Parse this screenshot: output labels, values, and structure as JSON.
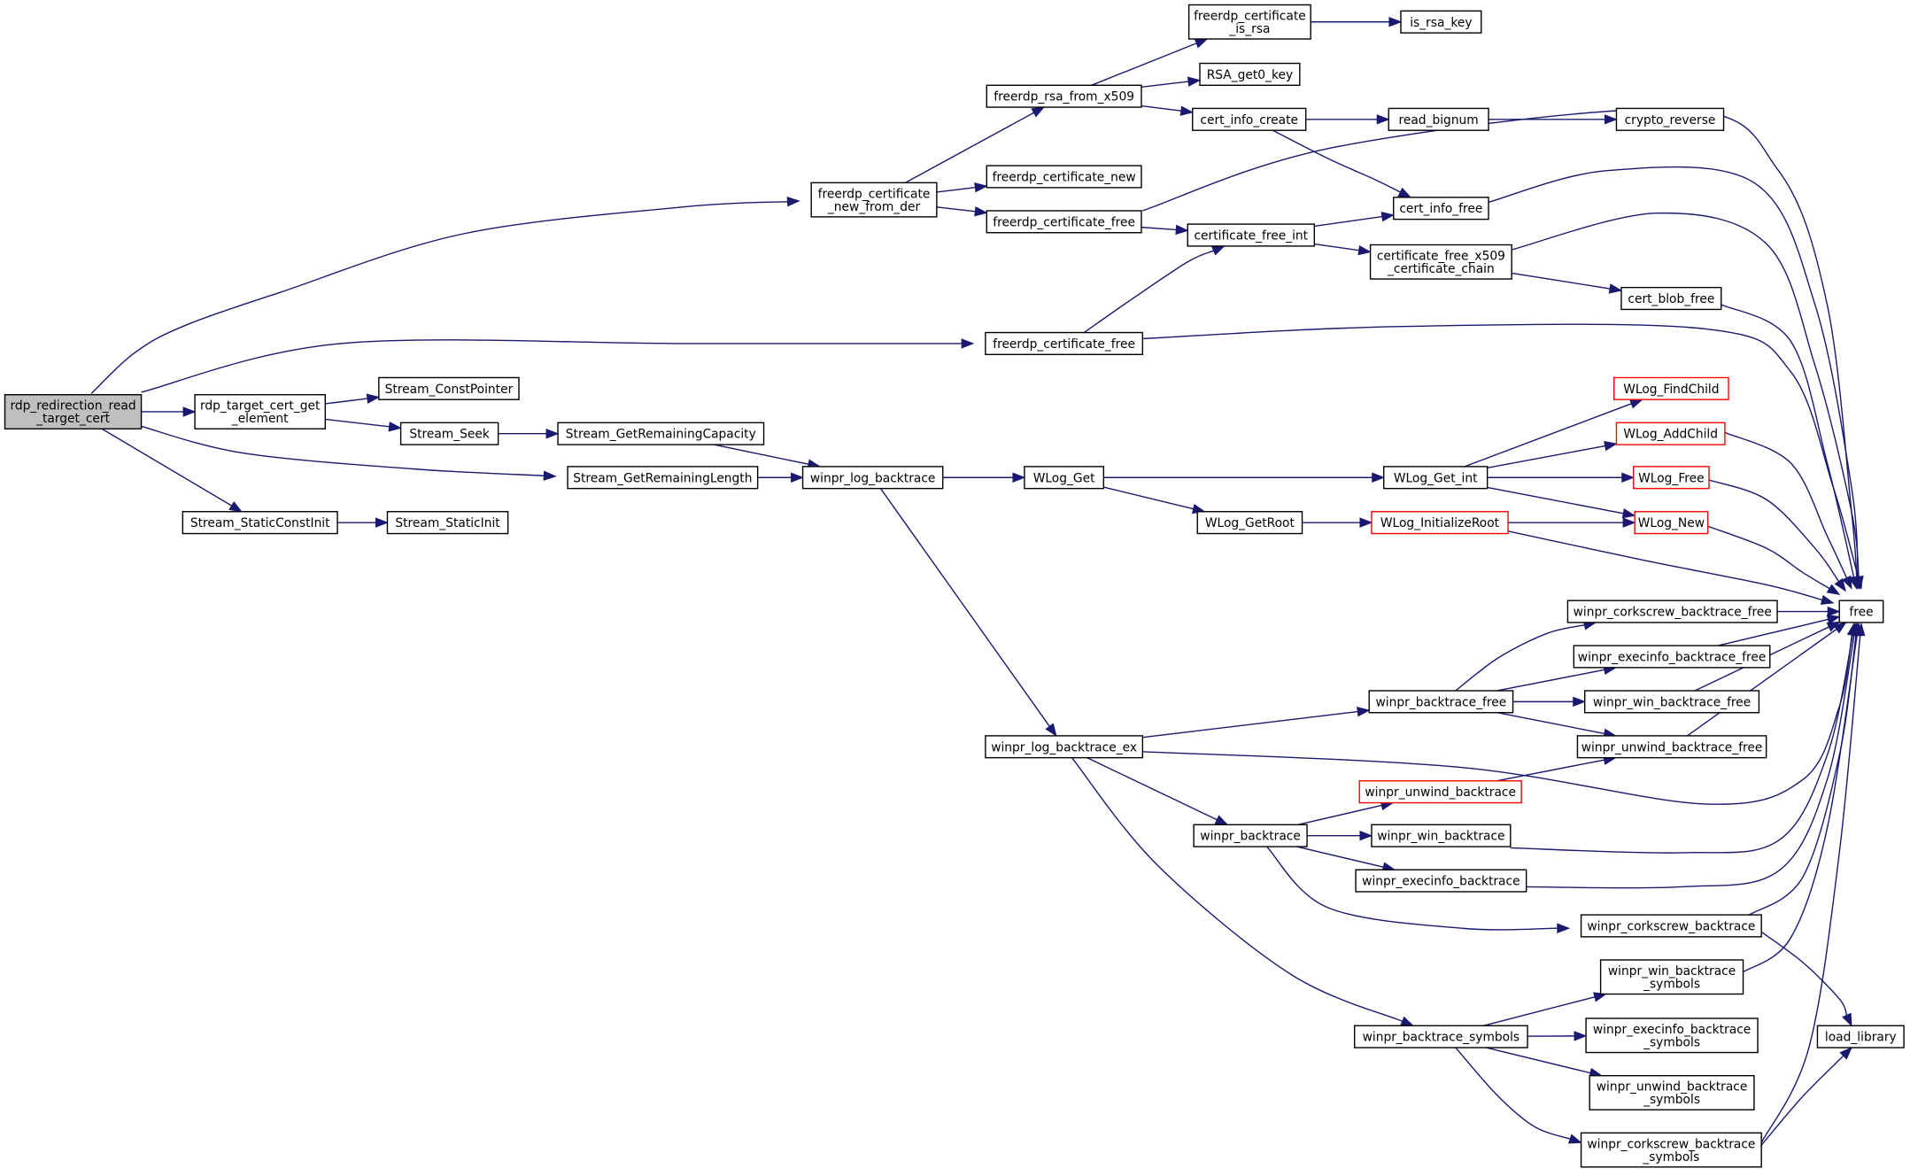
{
  "diagram": {
    "type": "call-graph",
    "edge_color": "#191970",
    "highlight_color": "#ff0000",
    "nodes": [
      {
        "id": "root",
        "lines": [
          "rdp_redirection_read",
          "_target_cert"
        ],
        "style": "root"
      },
      {
        "id": "cert_new_from_der",
        "lines": [
          "freerdp_certificate",
          "_new_from_der"
        ]
      },
      {
        "id": "cert_free_a",
        "lines": [
          "freerdp_certificate_free"
        ]
      },
      {
        "id": "cert_get_element",
        "lines": [
          "rdp_target_cert_get",
          "_element"
        ]
      },
      {
        "id": "remaining_length",
        "lines": [
          "Stream_GetRemainingLength"
        ]
      },
      {
        "id": "static_const_init",
        "lines": [
          "Stream_StaticConstInit"
        ]
      },
      {
        "id": "rsa_from_x509",
        "lines": [
          "freerdp_rsa_from_x509"
        ]
      },
      {
        "id": "cert_new",
        "lines": [
          "freerdp_certificate_new"
        ]
      },
      {
        "id": "cert_free_b",
        "lines": [
          "freerdp_certificate_free"
        ]
      },
      {
        "id": "cert_is_rsa",
        "lines": [
          "freerdp_certificate",
          "_is_rsa"
        ]
      },
      {
        "id": "rsa_get0_key",
        "lines": [
          "RSA_get0_key"
        ]
      },
      {
        "id": "cert_info_create",
        "lines": [
          "cert_info_create"
        ]
      },
      {
        "id": "is_rsa_key",
        "lines": [
          "is_rsa_key"
        ]
      },
      {
        "id": "read_bignum",
        "lines": [
          "read_bignum"
        ]
      },
      {
        "id": "crypto_reverse",
        "lines": [
          "crypto_reverse"
        ]
      },
      {
        "id": "free",
        "lines": [
          "free"
        ]
      },
      {
        "id": "cert_info_free",
        "lines": [
          "cert_info_free"
        ]
      },
      {
        "id": "cert_free_int",
        "lines": [
          "certificate_free_int"
        ]
      },
      {
        "id": "cert_chain_free",
        "lines": [
          "certificate_free_x509",
          "_certificate_chain"
        ]
      },
      {
        "id": "cert_blob_free",
        "lines": [
          "cert_blob_free"
        ]
      },
      {
        "id": "const_pointer",
        "lines": [
          "Stream_ConstPointer"
        ]
      },
      {
        "id": "stream_seek",
        "lines": [
          "Stream_Seek"
        ]
      },
      {
        "id": "remaining_capacity",
        "lines": [
          "Stream_GetRemainingCapacity"
        ]
      },
      {
        "id": "log_backtrace",
        "lines": [
          "winpr_log_backtrace"
        ]
      },
      {
        "id": "static_init",
        "lines": [
          "Stream_StaticInit"
        ]
      },
      {
        "id": "wlog_get",
        "lines": [
          "WLog_Get"
        ]
      },
      {
        "id": "wlog_get_int",
        "lines": [
          "WLog_Get_int"
        ]
      },
      {
        "id": "wlog_getroot",
        "lines": [
          "WLog_GetRoot"
        ]
      },
      {
        "id": "wlog_findchild",
        "lines": [
          "WLog_FindChild"
        ],
        "style": "red"
      },
      {
        "id": "wlog_addchild",
        "lines": [
          "WLog_AddChild"
        ],
        "style": "red"
      },
      {
        "id": "wlog_free",
        "lines": [
          "WLog_Free"
        ],
        "style": "red"
      },
      {
        "id": "wlog_new",
        "lines": [
          "WLog_New"
        ],
        "style": "red"
      },
      {
        "id": "wlog_initializeroot",
        "lines": [
          "WLog_InitializeRoot"
        ],
        "style": "red"
      },
      {
        "id": "log_backtrace_ex",
        "lines": [
          "winpr_log_backtrace_ex"
        ]
      },
      {
        "id": "backtrace_free",
        "lines": [
          "winpr_backtrace_free"
        ]
      },
      {
        "id": "corkscrew_backtrace_free",
        "lines": [
          "winpr_corkscrew_backtrace_free"
        ]
      },
      {
        "id": "execinfo_backtrace_free",
        "lines": [
          "winpr_execinfo_backtrace_free"
        ]
      },
      {
        "id": "win_backtrace_free",
        "lines": [
          "winpr_win_backtrace_free"
        ]
      },
      {
        "id": "unwind_backtrace_free",
        "lines": [
          "winpr_unwind_backtrace_free"
        ]
      },
      {
        "id": "backtrace",
        "lines": [
          "winpr_backtrace"
        ]
      },
      {
        "id": "unwind_backtrace",
        "lines": [
          "winpr_unwind_backtrace"
        ],
        "style": "red"
      },
      {
        "id": "win_backtrace",
        "lines": [
          "winpr_win_backtrace"
        ]
      },
      {
        "id": "execinfo_backtrace",
        "lines": [
          "winpr_execinfo_backtrace"
        ]
      },
      {
        "id": "corkscrew_backtrace",
        "lines": [
          "winpr_corkscrew_backtrace"
        ]
      },
      {
        "id": "backtrace_symbols",
        "lines": [
          "winpr_backtrace_symbols"
        ]
      },
      {
        "id": "win_backtrace_symbols",
        "lines": [
          "winpr_win_backtrace",
          "_symbols"
        ]
      },
      {
        "id": "execinfo_backtrace_symbols",
        "lines": [
          "winpr_execinfo_backtrace",
          "_symbols"
        ]
      },
      {
        "id": "unwind_backtrace_symbols",
        "lines": [
          "winpr_unwind_backtrace",
          "_symbols"
        ]
      },
      {
        "id": "corkscrew_backtrace_symbols",
        "lines": [
          "winpr_corkscrew_backtrace",
          "_symbols"
        ]
      },
      {
        "id": "load_library",
        "lines": [
          "load_library"
        ]
      }
    ],
    "edges": [
      [
        "root",
        "cert_new_from_der"
      ],
      [
        "root",
        "cert_free_a"
      ],
      [
        "root",
        "cert_get_element"
      ],
      [
        "root",
        "remaining_length"
      ],
      [
        "root",
        "static_const_init"
      ],
      [
        "cert_new_from_der",
        "rsa_from_x509"
      ],
      [
        "cert_new_from_der",
        "cert_new"
      ],
      [
        "cert_new_from_der",
        "cert_free_b"
      ],
      [
        "rsa_from_x509",
        "cert_is_rsa"
      ],
      [
        "rsa_from_x509",
        "rsa_get0_key"
      ],
      [
        "rsa_from_x509",
        "cert_info_create"
      ],
      [
        "cert_is_rsa",
        "is_rsa_key"
      ],
      [
        "cert_info_create",
        "read_bignum"
      ],
      [
        "cert_info_create",
        "cert_info_free"
      ],
      [
        "read_bignum",
        "crypto_reverse"
      ],
      [
        "cert_free_b",
        "free"
      ],
      [
        "cert_free_b",
        "cert_free_int"
      ],
      [
        "cert_free_a",
        "cert_free_int"
      ],
      [
        "cert_free_a",
        "free"
      ],
      [
        "cert_free_int",
        "cert_info_free"
      ],
      [
        "cert_free_int",
        "cert_chain_free"
      ],
      [
        "cert_info_free",
        "free"
      ],
      [
        "cert_chain_free",
        "free"
      ],
      [
        "cert_chain_free",
        "cert_blob_free"
      ],
      [
        "cert_blob_free",
        "free"
      ],
      [
        "cert_get_element",
        "const_pointer"
      ],
      [
        "cert_get_element",
        "stream_seek"
      ],
      [
        "stream_seek",
        "remaining_capacity"
      ],
      [
        "remaining_capacity",
        "log_backtrace"
      ],
      [
        "remaining_length",
        "log_backtrace"
      ],
      [
        "static_const_init",
        "static_init"
      ],
      [
        "log_backtrace",
        "wlog_get"
      ],
      [
        "log_backtrace",
        "log_backtrace_ex"
      ],
      [
        "wlog_get",
        "wlog_get_int"
      ],
      [
        "wlog_get",
        "wlog_getroot"
      ],
      [
        "wlog_get_int",
        "wlog_findchild"
      ],
      [
        "wlog_get_int",
        "wlog_addchild"
      ],
      [
        "wlog_get_int",
        "wlog_free"
      ],
      [
        "wlog_get_int",
        "wlog_new"
      ],
      [
        "wlog_getroot",
        "wlog_initializeroot"
      ],
      [
        "wlog_initializeroot",
        "wlog_new"
      ],
      [
        "wlog_initializeroot",
        "free"
      ],
      [
        "wlog_addchild",
        "free"
      ],
      [
        "wlog_free",
        "free"
      ],
      [
        "wlog_new",
        "free"
      ],
      [
        "log_backtrace_ex",
        "backtrace_free"
      ],
      [
        "log_backtrace_ex",
        "free"
      ],
      [
        "log_backtrace_ex",
        "backtrace"
      ],
      [
        "log_backtrace_ex",
        "backtrace_symbols"
      ],
      [
        "backtrace_free",
        "corkscrew_backtrace_free"
      ],
      [
        "backtrace_free",
        "execinfo_backtrace_free"
      ],
      [
        "backtrace_free",
        "win_backtrace_free"
      ],
      [
        "backtrace_free",
        "unwind_backtrace_free"
      ],
      [
        "corkscrew_backtrace_free",
        "free"
      ],
      [
        "execinfo_backtrace_free",
        "free"
      ],
      [
        "win_backtrace_free",
        "free"
      ],
      [
        "unwind_backtrace_free",
        "free"
      ],
      [
        "backtrace",
        "unwind_backtrace"
      ],
      [
        "backtrace",
        "win_backtrace"
      ],
      [
        "backtrace",
        "execinfo_backtrace"
      ],
      [
        "backtrace",
        "corkscrew_backtrace"
      ],
      [
        "unwind_backtrace",
        "unwind_backtrace_free"
      ],
      [
        "win_backtrace",
        "free"
      ],
      [
        "execinfo_backtrace",
        "free"
      ],
      [
        "corkscrew_backtrace",
        "free"
      ],
      [
        "corkscrew_backtrace",
        "load_library"
      ],
      [
        "backtrace_symbols",
        "win_backtrace_symbols"
      ],
      [
        "backtrace_symbols",
        "execinfo_backtrace_symbols"
      ],
      [
        "backtrace_symbols",
        "unwind_backtrace_symbols"
      ],
      [
        "backtrace_symbols",
        "corkscrew_backtrace_symbols"
      ],
      [
        "win_backtrace_symbols",
        "free"
      ],
      [
        "corkscrew_backtrace_symbols",
        "free"
      ],
      [
        "corkscrew_backtrace_symbols",
        "load_library"
      ]
    ]
  }
}
